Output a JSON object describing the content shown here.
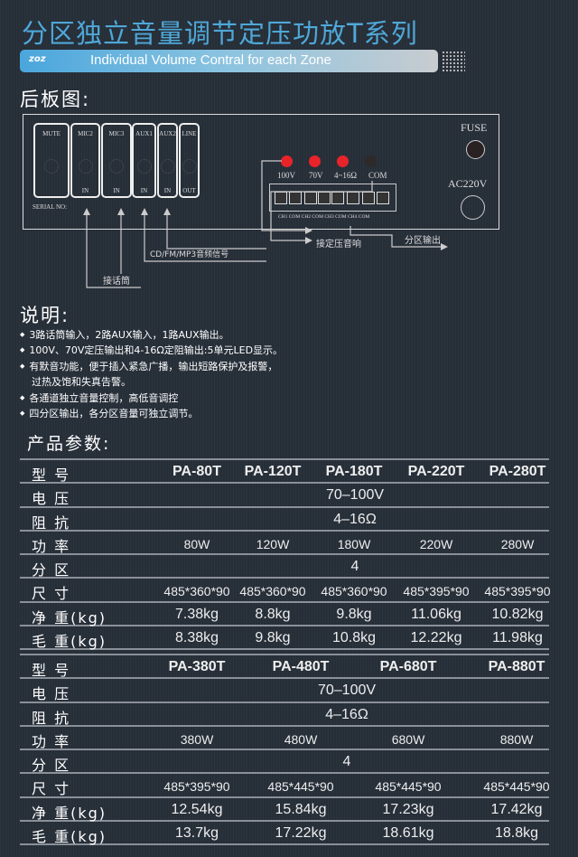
{
  "title": "分区独立音量调节定压功放T系列",
  "banner": {
    "logo": "zoz",
    "subtitle": "Individual Volume Contral for each Zone"
  },
  "rear_panel": {
    "heading": "后板图:",
    "modules": [
      {
        "label": "MUTE",
        "io": ""
      },
      {
        "label": "MIC2",
        "io": "IN"
      },
      {
        "label": "MIC3",
        "io": "IN"
      },
      {
        "label": "AUX1",
        "io": "IN"
      },
      {
        "label": "AUX2",
        "io": "IN"
      },
      {
        "label": "LINE",
        "io": "OUT"
      }
    ],
    "serial": "SERIAL NO:",
    "leds": [
      "100V",
      "70V",
      "4~16Ω",
      "COM"
    ],
    "terminals": "CH1 COM CH2 COM CH3 COM CH4 COM",
    "fuse": "FUSE",
    "power": "AC220V",
    "callouts": {
      "mic": "接话筒",
      "audio": "CD/FM/MP3音频信号",
      "speaker": "接定压音响",
      "zone": "分区输出"
    }
  },
  "description": {
    "heading": "说明:",
    "items": [
      "3路话筒输入，2路AUX输入，1路AUX输出。",
      "100V、70V定压输出和4-16Ω定阻输出:5单元LED显示。",
      "有默音功能，便于插入紧急广播，输出短路保护及报警，",
      "过热及饱和失真告警。",
      "各通道独立音量控制，高低音调控",
      "四分区输出，各分区音量可独立调节。"
    ]
  },
  "specs": {
    "heading": "产品参数:",
    "labels": [
      "型  号",
      "电  压",
      "阻  抗",
      "功  率",
      "分  区",
      "尺  寸",
      "净  重(kg)",
      "毛  重(kg)"
    ],
    "table1": {
      "models": [
        "PA-80T",
        "PA-120T",
        "PA-180T",
        "PA-220T",
        "PA-280T"
      ],
      "voltage": "70–100V",
      "impedance": "4–16Ω",
      "power": [
        "80W",
        "120W",
        "180W",
        "220W",
        "280W"
      ],
      "zones": "4",
      "size": [
        "485*360*90",
        "485*360*90",
        "485*360*90",
        "485*395*90",
        "485*395*90"
      ],
      "net": [
        "7.38kg",
        "8.8kg",
        "9.8kg",
        "11.06kg",
        "10.82kg"
      ],
      "gross": [
        "8.38kg",
        "9.8kg",
        "10.8kg",
        "12.22kg",
        "11.98kg"
      ]
    },
    "table2": {
      "models": [
        "PA-380T",
        "PA-480T",
        "PA-680T",
        "PA-880T"
      ],
      "voltage": "70–100V",
      "impedance": "4–16Ω",
      "power": [
        "380W",
        "480W",
        "680W",
        "880W"
      ],
      "zones": "4",
      "size": [
        "485*395*90",
        "485*445*90",
        "485*445*90",
        "485*445*90"
      ],
      "net": [
        "12.54kg",
        "15.84kg",
        "17.23kg",
        "17.42kg"
      ],
      "gross": [
        "13.7kg",
        "17.22kg",
        "18.61kg",
        "18.8kg"
      ]
    }
  }
}
